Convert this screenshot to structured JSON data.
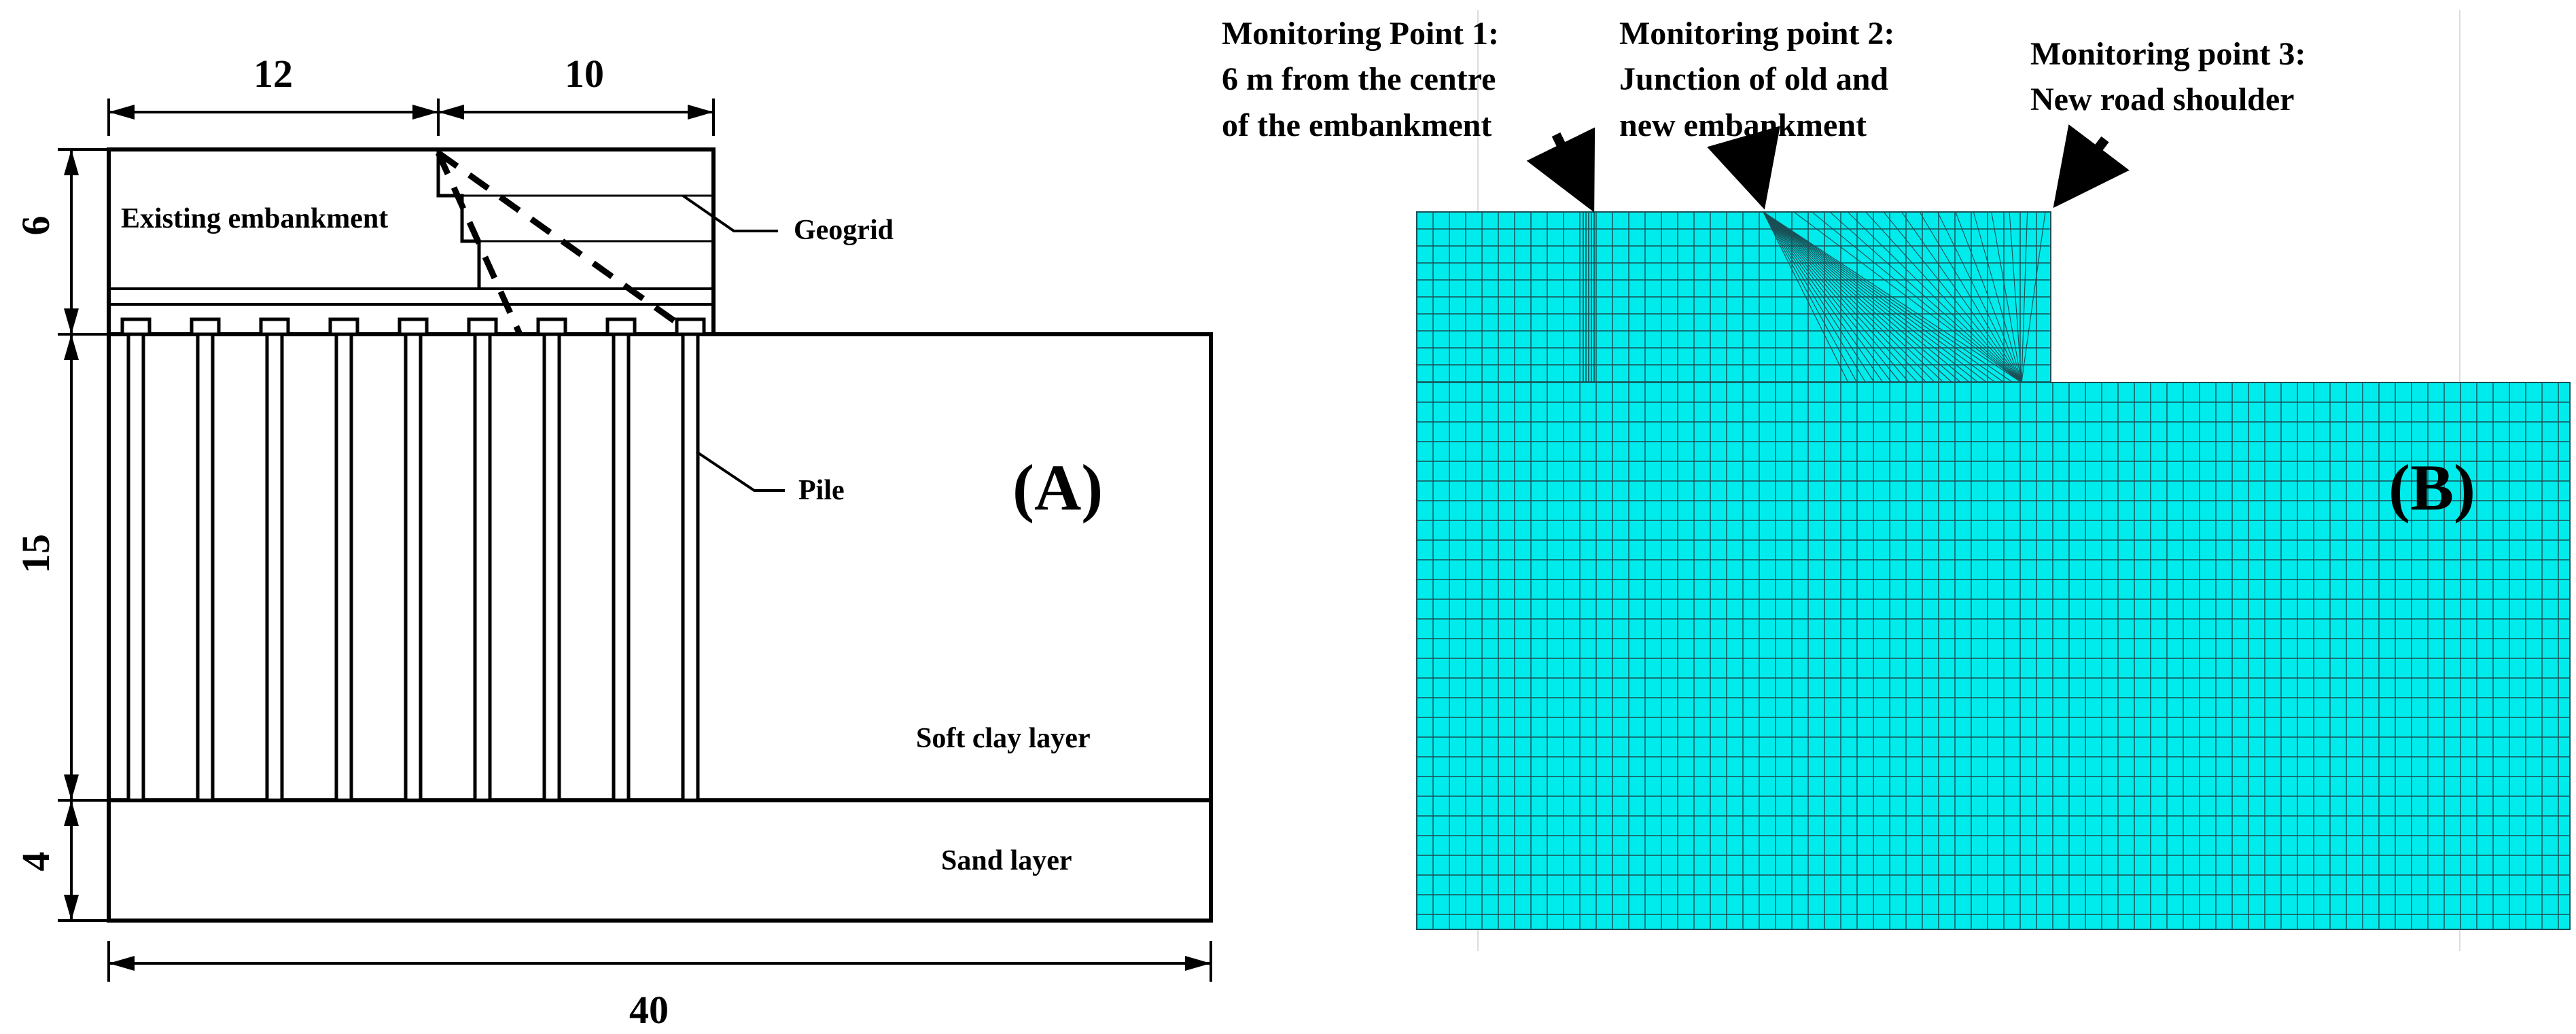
{
  "panel_a": {
    "label": "(A)",
    "dim_top_left": "12",
    "dim_top_right": "10",
    "dim_embankment_height": "6",
    "dim_clay_height": "15",
    "dim_sand_height": "4",
    "dim_total_width": "40",
    "embankment_label": "Existing embankment",
    "geogrid_label": "Geogrid",
    "pile_label": "Pile",
    "clay_label": "Soft clay layer",
    "sand_label": "Sand layer",
    "pile_count": 9
  },
  "panel_b": {
    "label": "(B)",
    "mesh_color": "#00ECEC",
    "mesh_line_color": "#1a4f55",
    "monitoring_points": [
      {
        "lines": [
          "Monitoring Point 1:",
          "6 m from the centre",
          "of the embankment"
        ]
      },
      {
        "lines": [
          "Monitoring point 2:",
          "Junction of old and",
          "new embankment"
        ]
      },
      {
        "lines": [
          "Monitoring point 3:",
          "New road shoulder"
        ]
      }
    ]
  }
}
